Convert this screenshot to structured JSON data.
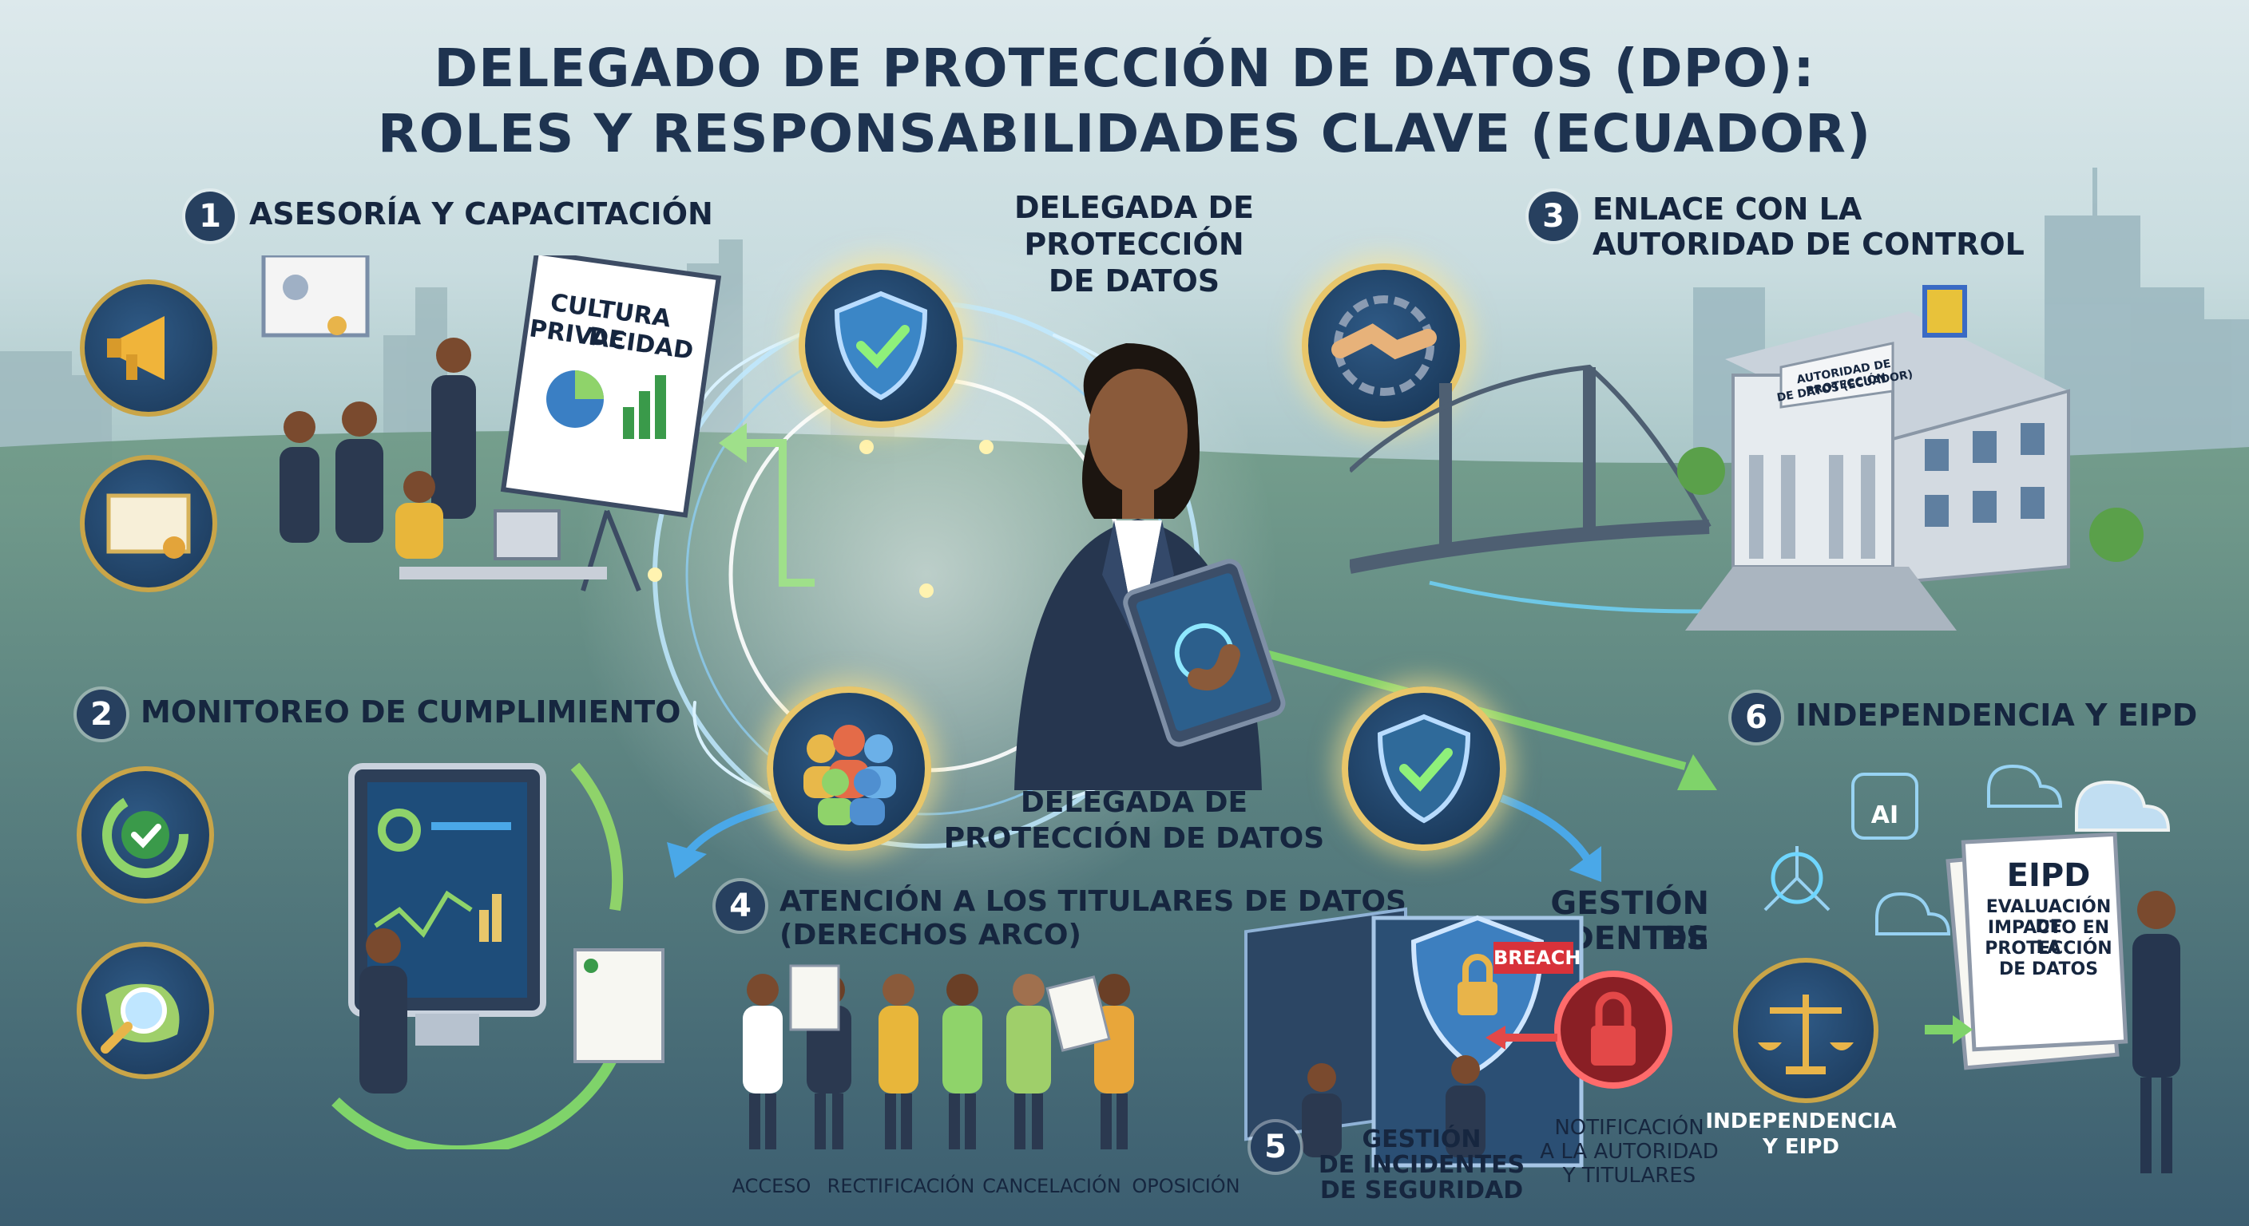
{
  "title": {
    "line1": "DELEGADO DE PROTECCIÓN DE DATOS (DPO):",
    "line2": "ROLES Y RESPONSABILIDADES CLAVE (ECUADOR)"
  },
  "center": {
    "top_label_1": "DELEGADA DE",
    "top_label_2": "PROTECCIÓN",
    "top_label_3": "DE DATOS",
    "bottom_label_1": "DELEGADA DE",
    "bottom_label_2": "PROTECCIÓN DE DATOS"
  },
  "sections": [
    {
      "number": "1",
      "title": "ASESORÍA Y CAPACITACIÓN",
      "board_text_1": "CULTURA DE",
      "board_text_2": "PRIVACIDAD"
    },
    {
      "number": "2",
      "title": "MONITOREO DE CUMPLIMIENTO"
    },
    {
      "number": "3",
      "title_1": "ENLACE CON LA",
      "title_2": "AUTORIDAD DE CONTROL",
      "building_sign_1": "AUTORIDAD DE PROTECCIÓN",
      "building_sign_2": "DE DATOS (ECUADOR)"
    },
    {
      "number": "4",
      "title_1": "ATENCIÓN A LOS TITULARES DE DATOS",
      "title_2": "(DERECHOS ARCO)",
      "rights": [
        "ACCESO",
        "RECTIFICACIÓN",
        "CANCELACIÓN",
        "OPOSICIÓN"
      ]
    },
    {
      "number": "5",
      "title_1": "GESTIÓN DE",
      "title_2": "CIDENTES",
      "breach": "BREACH",
      "label_1": "GESTIÓN",
      "label_2": "DE INCIDENTES",
      "label_3": "DE SEGURIDAD",
      "notify_1": "NOTIFICACIÓN",
      "notify_2": "A LA AUTORIDAD",
      "notify_3": "Y TITULARES"
    },
    {
      "number": "6",
      "title": "INDEPENDENCIA Y EIPD",
      "ai": "AI",
      "doc_title": "EIPD",
      "doc_1": "EVALUACIÓN DE",
      "doc_2": "IMPACTO EN LA",
      "doc_3": "PROTECCIÓN",
      "doc_4": "DE DATOS",
      "scale_1": "INDEPENDENCIA",
      "scale_2": "Y EIPD"
    }
  ],
  "icons": {
    "center_top_left": "shield-check-icon",
    "center_top_right": "handshake-chain-icon",
    "center_bottom_left": "people-group-icon",
    "center_bottom_right": "shield-check-icon",
    "s1_a": "megaphone-icon",
    "s1_b": "certificate-icon",
    "s2_a": "progress-check-icon",
    "s2_b": "map-magnifier-icon",
    "s5_lock": "padlock-icon",
    "s6_scale": "balance-scale-icon"
  },
  "colors": {
    "title": "#1e3350",
    "accent_gold": "#e8c66a",
    "arrow_green": "#7fd36a",
    "arrow_blue": "#4aa8e8",
    "breach_red": "#d8323a"
  }
}
